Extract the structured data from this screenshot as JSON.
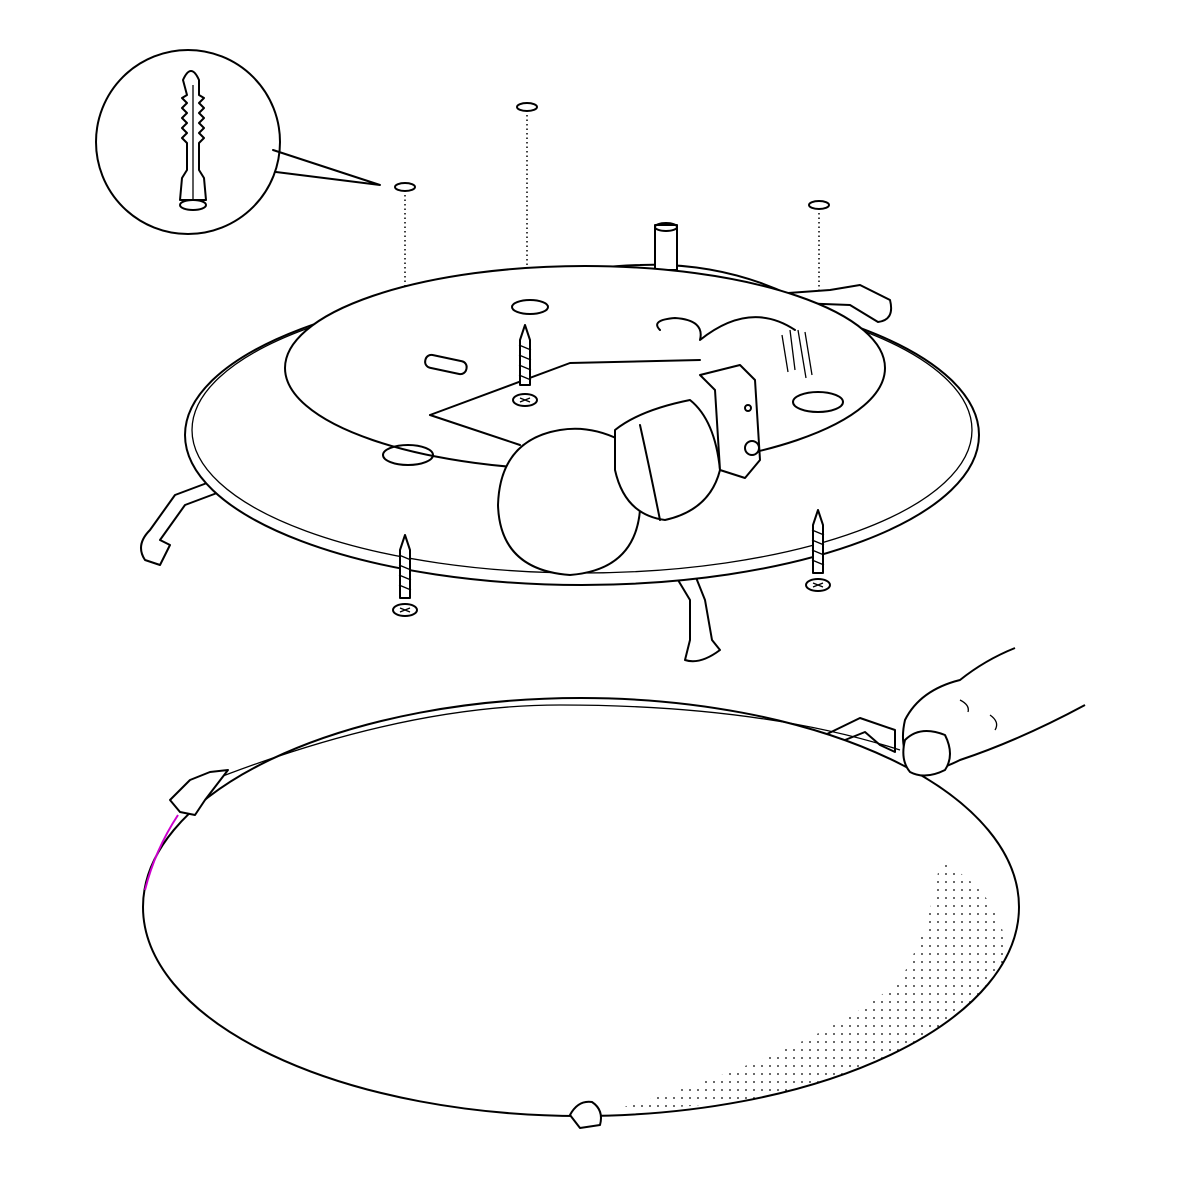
{
  "diagram": {
    "colors": {
      "line": "#000000",
      "background": "#ffffff",
      "highlight": "#cc00cc"
    },
    "parts": [
      "wall-plug-detail",
      "ceiling-holes",
      "base-plate",
      "bulb",
      "lamp-socket",
      "screws",
      "spring-clips",
      "glass-shade",
      "hand"
    ]
  }
}
